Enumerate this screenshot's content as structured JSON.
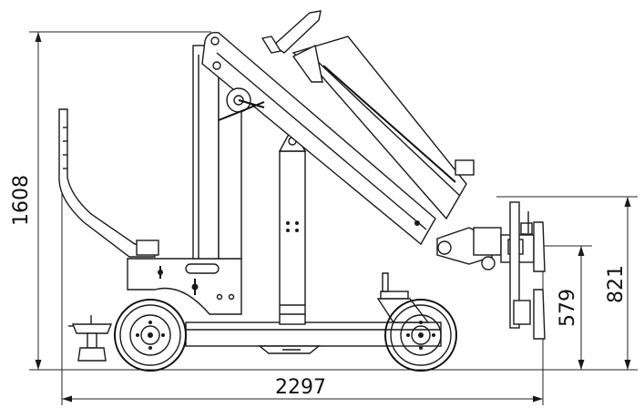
{
  "dimensions": {
    "total_height": "1608",
    "total_length": "2297",
    "pad_top_height": "821",
    "pad_center_height": "579"
  }
}
